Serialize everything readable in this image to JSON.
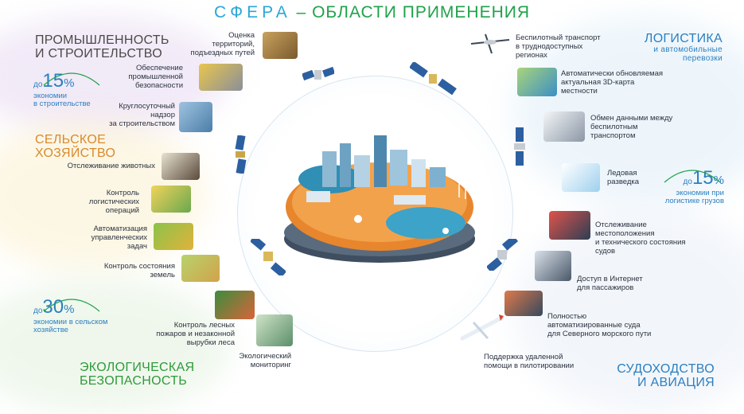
{
  "header": {
    "brand": "СФЕРА",
    "dash": " – ",
    "title": "ОБЛАСТИ ПРИМЕНЕНИЯ"
  },
  "industry": {
    "title_line1": "ПРОМЫШЛЕННОСТЬ",
    "title_line2": "И СТРОИТЕЛЬСТВО",
    "items": [
      [
        "Оценка",
        "территорий,",
        "подъездных путей"
      ],
      [
        "Обеспечение",
        "промышленной",
        "безопасности"
      ],
      [
        "Круглосуточный",
        "надзор",
        "за строительством"
      ]
    ],
    "stat": {
      "prefix": "до",
      "value": "15",
      "unit": "%",
      "note1": "экономии",
      "note2": "в строительстве"
    }
  },
  "agriculture": {
    "title_line1": "СЕЛЬСКОЕ",
    "title_line2": "ХОЗЯЙСТВО",
    "items": [
      [
        "Отслеживание животных"
      ],
      [
        "Контроль",
        "логистических",
        "операций"
      ],
      [
        "Автоматизация",
        "управленческих",
        "задач"
      ],
      [
        "Контроль состояния",
        "земель"
      ]
    ]
  },
  "ecology": {
    "title_line1": "ЭКОЛОГИЧЕСКАЯ",
    "title_line2": "БЕЗОПАСНОСТЬ",
    "items": [
      [
        "Контроль лесных",
        "пожаров и незаконной",
        "вырубки леса"
      ],
      [
        "Экологический",
        "мониторинг"
      ]
    ],
    "stat": {
      "prefix": "до",
      "value": "30",
      "unit": "%",
      "note1": "экономии в сельском",
      "note2": "хозяйстве"
    }
  },
  "logistics": {
    "title_line1": "ЛОГИСТИКА",
    "title_line2": "и автомобильные",
    "title_line3": "перевозки",
    "items": [
      [
        "Беспилотный транспорт",
        "в труднодоступных",
        "регионах"
      ],
      [
        "Автоматически обновляемая",
        "актуальная 3D-карта",
        "местности"
      ],
      [
        "Обмен данными между",
        "беспилотным",
        "транспортом"
      ],
      [
        "Ледовая",
        "разведка"
      ]
    ],
    "stat": {
      "prefix": "до",
      "value": "15",
      "unit": "%",
      "note1": "экономии при",
      "note2": "логистике грузов"
    }
  },
  "shipping": {
    "title_line1": "СУДОХОДСТВО",
    "title_line2": "И АВИАЦИЯ",
    "items": [
      [
        "Отслеживание",
        "местоположения",
        "и технического состояния",
        "судов"
      ],
      [
        "Доступ в Интернет",
        "для пассажиров"
      ],
      [
        "Полностью",
        "автоматизированные суда",
        "для Северного морского пути"
      ],
      [
        "Поддержка удаленной",
        "помощи в пилотировании"
      ]
    ]
  },
  "colors": {
    "brand": "#2aa7d6",
    "green": "#1fa24a",
    "blue": "#2c7fc0",
    "orange": "#d98a2b",
    "platform": "#e8862d",
    "platform_base": "#4a5a6c"
  },
  "icons": [
    "satellite-icon",
    "city-platform-illustration",
    "drone-icon",
    "truck-icon",
    "ship-icon",
    "plane-icon",
    "cow-icon",
    "forest-icon",
    "factory-icon"
  ]
}
